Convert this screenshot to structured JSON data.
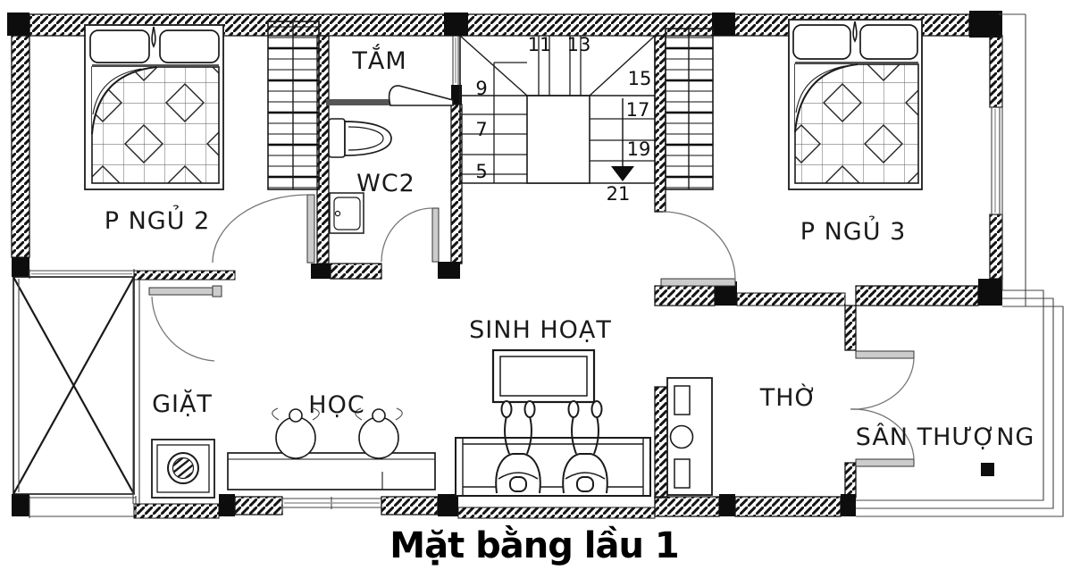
{
  "title": {
    "text": "Mặt bằng lầu 1"
  },
  "rooms": {
    "bedroom2": {
      "label": "P NGỦ 2"
    },
    "bath": {
      "label": "TẮM"
    },
    "wc2": {
      "label": "WC2"
    },
    "bedroom3": {
      "label": "P NGỦ 3"
    },
    "laundry": {
      "label": "GIẶT"
    },
    "study": {
      "label": "HỌC"
    },
    "living": {
      "label": "SINH HOẠT"
    },
    "altar": {
      "label": "THỜ"
    },
    "terrace": {
      "label": "SÂN THƯỢNG"
    }
  },
  "stairs": {
    "steps": [
      "5",
      "7",
      "9",
      "11",
      "13",
      "15",
      "17",
      "19",
      "21"
    ]
  },
  "colors": {
    "wall": "#141414",
    "line": "#1a1a1a",
    "background": "#ffffff",
    "door_leaf": "#cccccc"
  }
}
